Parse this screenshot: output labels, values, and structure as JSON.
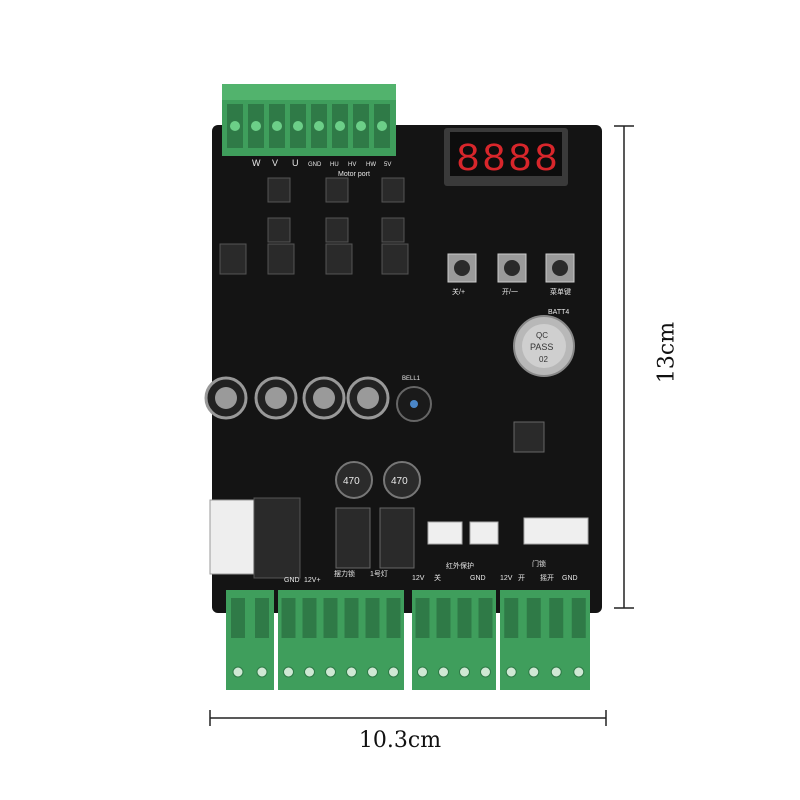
{
  "dimensions": {
    "height_label": "13cm",
    "width_label": "10.3cm"
  },
  "board": {
    "motor_pins": [
      "W",
      "V",
      "U",
      "GND",
      "HU",
      "HV",
      "HW",
      "5V"
    ],
    "motor_port_label": "Motor port",
    "display_digits": "8888",
    "button_labels": [
      "关/+",
      "开/一",
      "菜单键"
    ],
    "battery_label": "BATT4",
    "battery_stamp": [
      "QC",
      "PASS",
      "02"
    ],
    "buzzer_label": "BELL1",
    "capacitor_marks": [
      "470",
      "470"
    ],
    "bottom_labels": [
      "GND",
      "12V+",
      "摆力锁",
      "1号灯",
      "红外保护",
      "12V",
      "关",
      "GND",
      "12V",
      "开",
      "门锁",
      "摇开",
      "GND"
    ]
  },
  "colors": {
    "pcb": "#141414",
    "terminal_green": "#3f9e5c",
    "display_red": "#d8262b"
  }
}
